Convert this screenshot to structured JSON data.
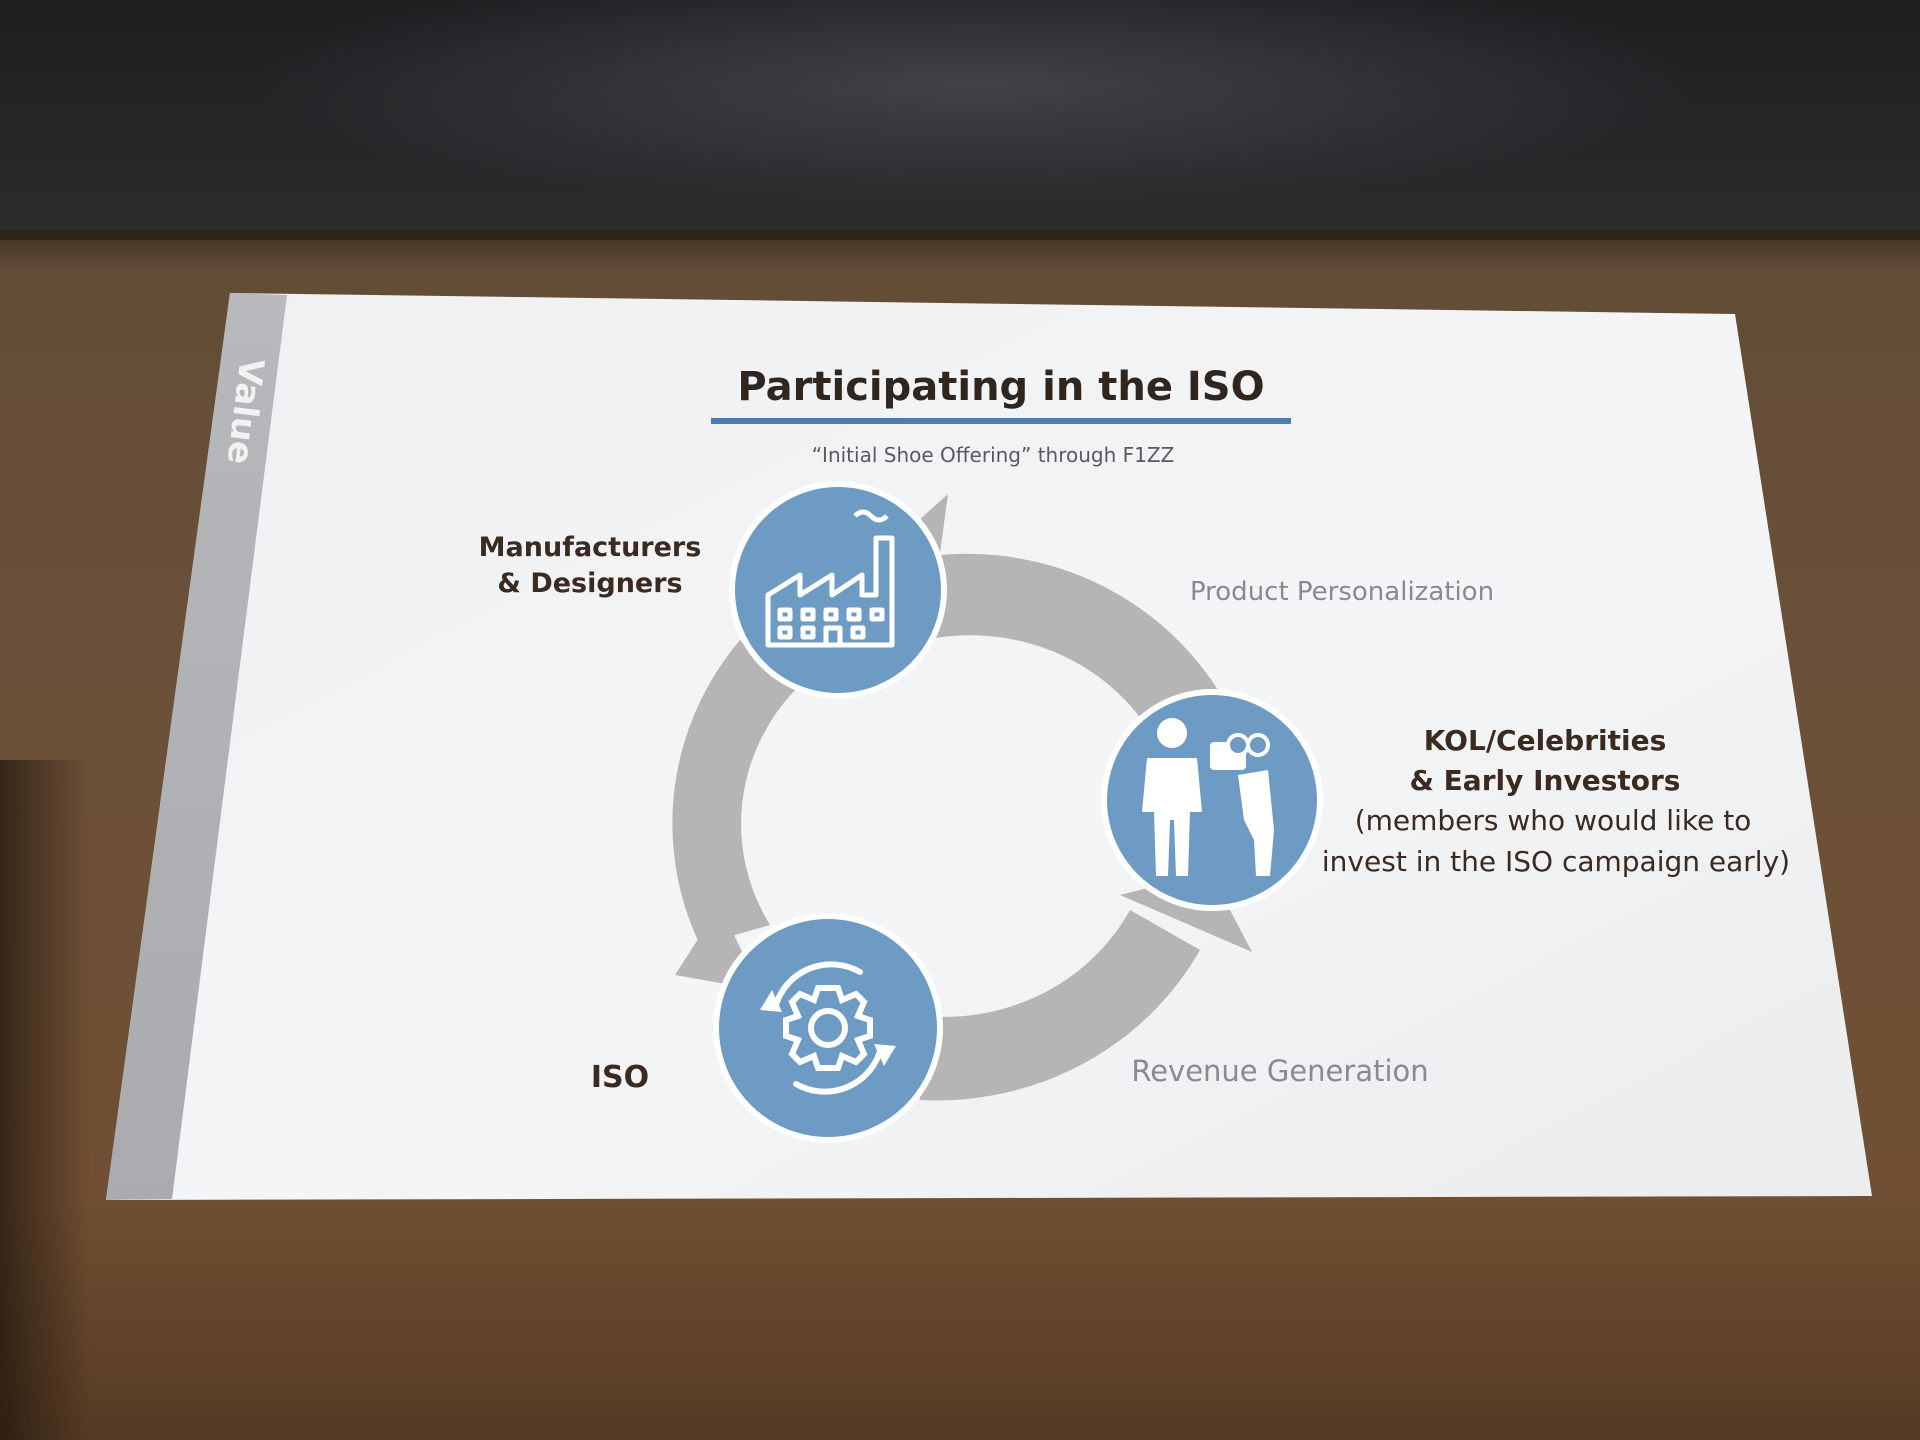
{
  "sidebar": {
    "label": "Value"
  },
  "slide": {
    "title": "Participating in the ISO",
    "subtitle": "“Initial Shoe Offering” through F1ZZ"
  },
  "nodes": {
    "manufacturers": {
      "line1": "Manufacturers",
      "line2": "& Designers",
      "icon": "factory-icon"
    },
    "kol": {
      "line1": "KOL/Celebrities",
      "line2": "& Early Investors",
      "line3": "(members who would like to",
      "line4": "invest in the ISO campaign early)",
      "icon": "celebrity-camera-icon"
    },
    "iso": {
      "label": "ISO",
      "icon": "gear-cycle-icon"
    }
  },
  "flows": {
    "top_right": "Product Personalization",
    "bottom_right": "Revenue Generation"
  },
  "colors": {
    "accent_blue": "#6e9bc4",
    "title_underline": "#4a7fb3",
    "arrow_gray": "#b7b4b6",
    "label_dark": "#3a2a20",
    "label_gray": "#8a8a8e"
  }
}
